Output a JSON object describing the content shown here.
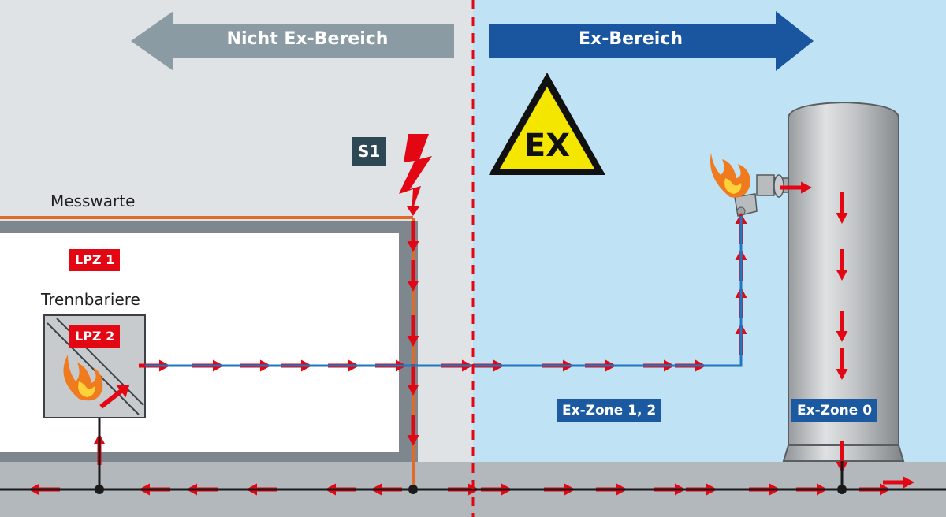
{
  "header": {
    "left_arrow_label": "Nicht Ex-Bereich",
    "right_arrow_label": "Ex-Bereich"
  },
  "labels": {
    "messwarte": "Messwarte",
    "trennbariere": "Trennbariere",
    "lpz1": "LPZ 1",
    "lpz2": "LPZ 2",
    "s1": "S1",
    "ex_sign": "EX",
    "ex_zone_12": "Ex-Zone 1, 2",
    "ex_zone_0": "Ex-Zone 0"
  },
  "colors": {
    "non_ex_background": "#dfe3e6",
    "ex_background": "#bfe2f5",
    "ground": "#b3b8bd",
    "building_wall": "#7d878d",
    "building_inside": "#ffffff",
    "arrow_left": "#8b9ba4",
    "arrow_right": "#1a56a0",
    "surge_arrows": "#e30613",
    "signal_line": "#1f77c0",
    "roof_line": "#e06a28",
    "earth_line": "#1a1a1a",
    "ex_sign_fill": "#f5e600",
    "tank_metal": "#c3c6c8"
  },
  "icons": [
    "ex-warning-sign",
    "lightning-bolt-icon",
    "spark-flame-icon",
    "thermometer-sensor-icon",
    "tank-icon"
  ]
}
